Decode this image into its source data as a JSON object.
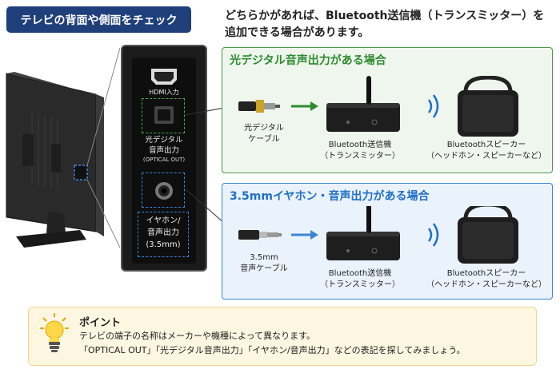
{
  "header": {
    "check_label": "テレビの背面や側面をチェック",
    "intro_line1": "どちらかがあれば、Bluetooth送信機（トランスミッター）を",
    "intro_line2": "追加できる場合があります。"
  },
  "panel": {
    "hdmi_label": "HDMI入力",
    "optical_label_line1": "光デジタル",
    "optical_label_line2": "音声出力",
    "optical_sub": "(OPTICAL OUT)",
    "jack_label_line1": "イヤホン/",
    "jack_label_line2": "音声出力",
    "jack_label_line3": "(3.5mm)"
  },
  "optical_section": {
    "title": "光デジタル音声出力がある場合",
    "cable_line1": "光デジタル",
    "cable_line2": "ケーブル",
    "transmitter_line1": "Bluetooth送信機",
    "transmitter_line2": "（トランスミッター）",
    "speaker_line1": "Bluetoothスピーカー",
    "speaker_line2": "（ヘッドホン・スピーカーなど）"
  },
  "jack_section": {
    "title": "3.5mmイヤホン・音声出力がある場合",
    "cable_line1": "3.5mm",
    "cable_line2": "音声ケーブル",
    "transmitter_line1": "Bluetooth送信機",
    "transmitter_line2": "（トランスミッター）",
    "speaker_line1": "Bluetoothスピーカー",
    "speaker_line2": "（ヘッドホン・スピーカーなど）"
  },
  "tip": {
    "icon": "lightbulb-icon",
    "title": "ポイント",
    "line1": "テレビの端子の名称はメーカーや機種によって異なります。",
    "line2": "「OPTICAL OUT」「光デジタル音声出力」「イヤホン/音声出力」などの表記を探してみましょう。"
  },
  "colors": {
    "navy": "#1f3f7a",
    "green": "#2e8b2e",
    "blue": "#1f6fc8",
    "tip_bg": "#fdf6e1"
  }
}
